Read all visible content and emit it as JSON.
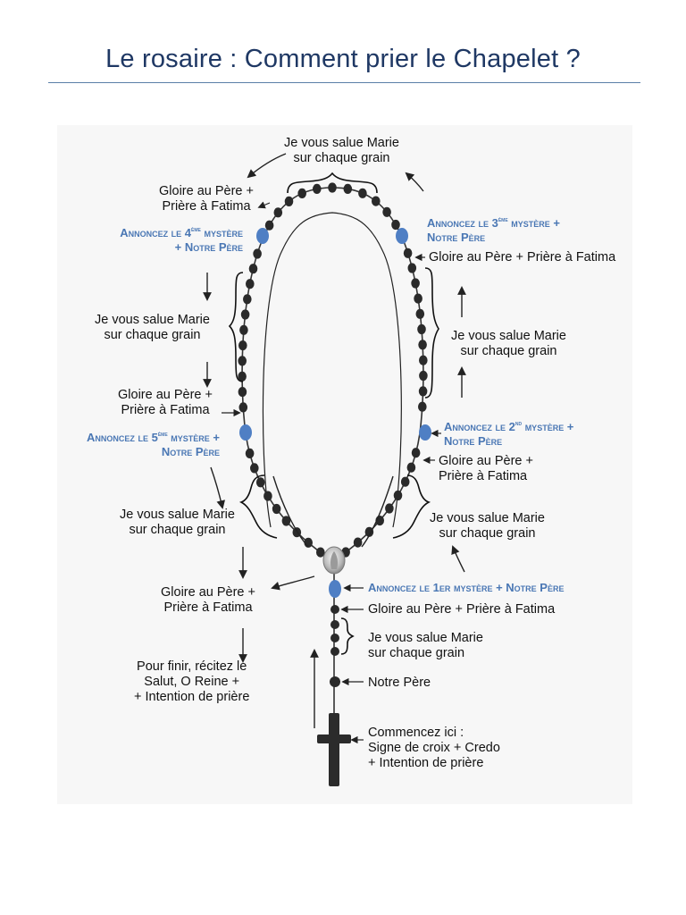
{
  "title": "Le rosaire : Comment prier le Chapelet ?",
  "colors": {
    "title": "#1f3864",
    "annonce": "#4a77b4",
    "bead": "#2a2a2a",
    "mystery_bead": "#4f7fc4"
  },
  "labels": {
    "top_hail": [
      "Je vous salue Marie",
      "sur chaque grain"
    ],
    "gloire_top_left": [
      "Gloire au Père +",
      "Prière à Fatima"
    ],
    "annonce_4": [
      "Annoncez le 4",
      "ème",
      " mystère",
      "+ Notre Père"
    ],
    "annonce_3": [
      "Annoncez le 3",
      "ème",
      " mystère +",
      "Notre Père"
    ],
    "gloire_top_right": "Gloire au Père + Prière à Fatima",
    "hail_left_upper": [
      "Je vous salue Marie",
      "sur chaque grain"
    ],
    "hail_right_upper": [
      "Je vous salue Marie",
      "sur chaque grain"
    ],
    "gloire_left_mid": [
      "Gloire au Père +",
      "Prière à Fatima"
    ],
    "annonce_5": [
      "Annoncez le 5",
      "ème",
      " mystère +",
      "Notre Père"
    ],
    "annonce_2": [
      "Annoncez le 2",
      "nd",
      " mystère +",
      "Notre Père"
    ],
    "gloire_right_mid": [
      "Gloire au Père +",
      "Prière à Fatima"
    ],
    "hail_left_lower": [
      "Je vous salue Marie",
      "sur chaque grain"
    ],
    "hail_right_lower": [
      "Je vous salue Marie",
      "sur chaque grain"
    ],
    "gloire_left_low": [
      "Gloire au Père +",
      "Prière à Fatima"
    ],
    "annonce_1": "Annoncez le 1er mystère + Notre Père",
    "gloire_stem": "Gloire au Père + Prière à Fatima",
    "hail_stem": [
      "Je vous salue Marie",
      "sur chaque grain"
    ],
    "notre_pere": "Notre Père",
    "finir": [
      "Pour finir, récitez le",
      "Salut, O Reine +",
      "+ Intention de prière"
    ],
    "commencez": [
      "Commencez ici :",
      "Signe de croix + Credo",
      "+ Intention de prière"
    ]
  }
}
